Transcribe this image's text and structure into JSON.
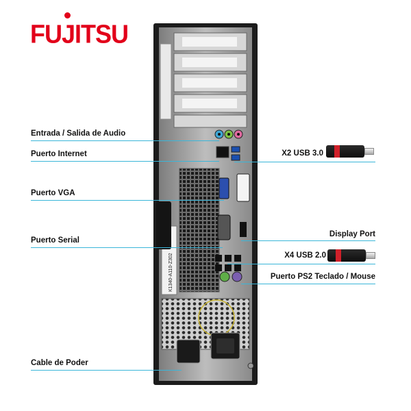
{
  "brand": {
    "logo_text": "FUJITSU",
    "logo_color": "#e2001a"
  },
  "accent_line_color": "#3ab6d9",
  "labels": {
    "audio": "Entrada / Salida de Audio",
    "internet": "Puerto Internet",
    "usb3": "X2 USB 3.0",
    "vga": "Puerto VGA",
    "serial": "Puerto Serial",
    "displayport": "Display Port",
    "usb2": "X4 USB 2.0",
    "ps2": "Puerto PS2 Teclado / Mouse",
    "power": "Cable de Poder"
  },
  "chassis_sticker": "K1340-A110-Z302"
}
